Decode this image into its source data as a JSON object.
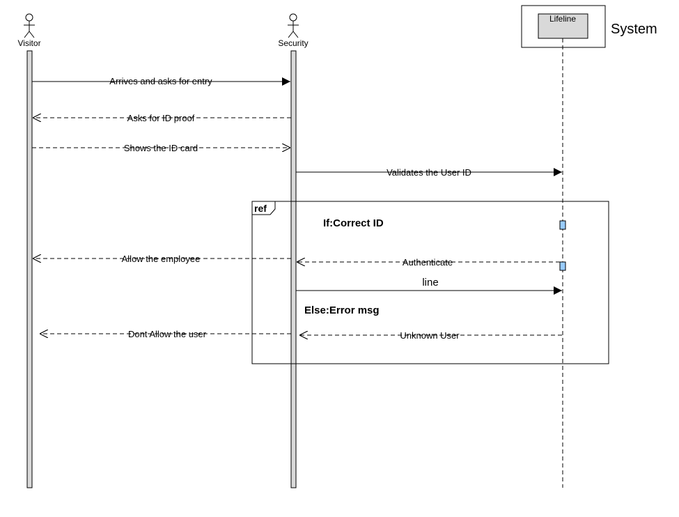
{
  "actors": {
    "visitor": "Visitor",
    "security": "Security"
  },
  "system": {
    "lifeline_label": "Lifeline",
    "title": "System"
  },
  "messages": {
    "arrives": "Arrives and asks for entry",
    "asks_id": "Asks for ID proof",
    "shows_id": "Shows the ID card",
    "validates": "Validates the User ID",
    "allow_employee": "Allow the employee",
    "authenticate": "Authenticate",
    "line": "line",
    "dont_allow": "Dont Allow the user",
    "unknown_user": "Unknown User"
  },
  "fragment": {
    "tag": "ref",
    "if_label": "If:Correct ID",
    "else_label": "Else:Error msg"
  },
  "colors": {
    "line": "#000000",
    "activation_fill": "#d9d9d9",
    "system_box_fill": "#d9d9d9",
    "focus_fill": "#99ccff"
  }
}
